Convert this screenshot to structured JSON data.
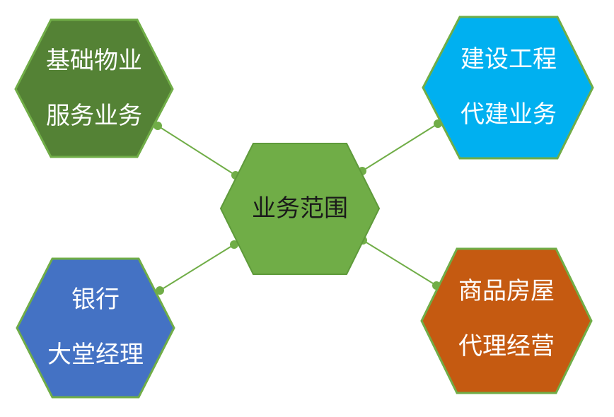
{
  "center": {
    "label": "业务范围",
    "fill": "#70ad47",
    "stroke": "#5e9a3a",
    "text_color": "#1a1a1a"
  },
  "nodes": {
    "top_left": {
      "lines": [
        "基础物业",
        "服务业务"
      ],
      "fill": "#548235",
      "stroke": "#70ad47",
      "text_color": "#ffffff"
    },
    "top_right": {
      "lines": [
        "建设工程",
        "代建业务"
      ],
      "fill": "#00b0f0",
      "stroke": "#70ad47",
      "text_color": "#ffffff"
    },
    "bottom_left": {
      "lines": [
        "银行",
        "大堂经理"
      ],
      "fill": "#4472c4",
      "stroke": "#70ad47",
      "text_color": "#ffffff"
    },
    "bottom_right": {
      "lines": [
        "商品房屋",
        "代理经营"
      ],
      "fill": "#c55a11",
      "stroke": "#70ad47",
      "text_color": "#ffffff"
    }
  },
  "connector_color": "#70ad47"
}
